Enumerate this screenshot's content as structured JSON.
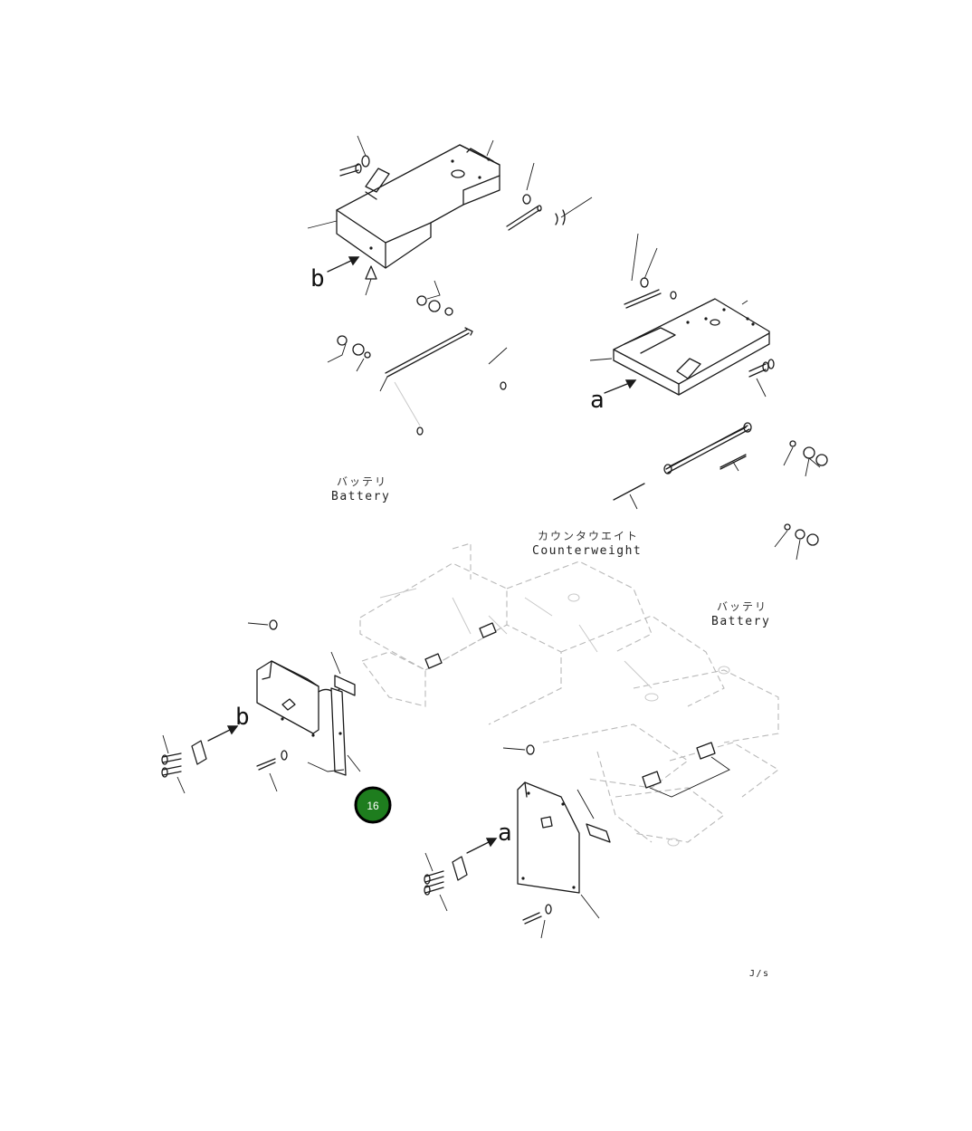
{
  "labels": {
    "battery_jp": "バッテリ",
    "battery_en": "Battery",
    "counterweight_jp": "カウンタウエイト",
    "counterweight_en": "Counterweight",
    "battery2_jp": "バッテリ",
    "battery2_en": "Battery"
  },
  "view_letters": {
    "b_top": "b",
    "a_right": "a",
    "b_lower": "b",
    "a_lower": "a"
  },
  "callout": {
    "number": "16",
    "color": "#1e7d1e"
  },
  "corner_mark": "J/s"
}
